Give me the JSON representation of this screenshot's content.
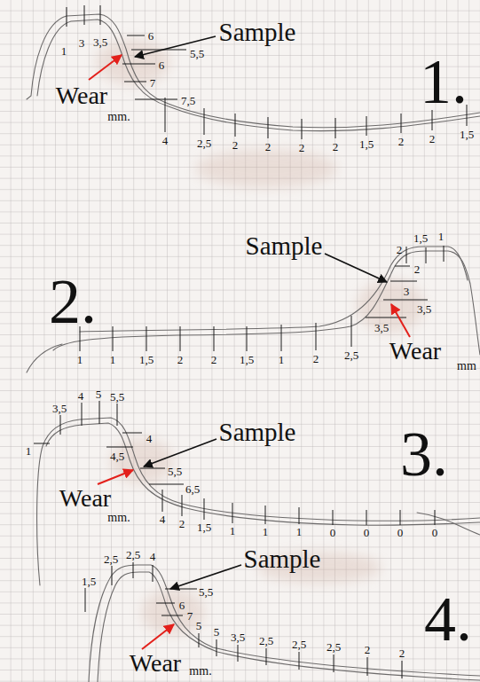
{
  "diagram": {
    "labels": [
      "1",
      "3",
      "3,5",
      "6",
      "Sample",
      "5,5",
      "6",
      "7",
      "Wear",
      "mm.",
      "7,5",
      "4",
      "2,5",
      "2",
      "2",
      "2",
      "2",
      "1,5",
      "2",
      "2",
      "1,5",
      "1.",
      "Sample",
      "2",
      "1,5",
      "1",
      "2",
      "3",
      "3,5",
      "3,5",
      "Wear",
      "mm",
      "2.",
      "1",
      "1",
      "1,5",
      "2",
      "2",
      "1,5",
      "1",
      "2",
      "2,5",
      "3,5",
      "4",
      "5",
      "5,5",
      "1",
      "4",
      "Sample",
      "4,5",
      "Wear",
      "5,5",
      "6,5",
      "mm.",
      "4",
      "2",
      "1,5",
      "1",
      "1",
      "1",
      "0",
      "0",
      "0",
      "0",
      "3.",
      "2,5",
      "2,5",
      "4",
      "1,5",
      "Sample",
      "5,5",
      "6",
      "7",
      "5",
      "5",
      "3,5",
      "2,5",
      "2,5",
      "2,5",
      "2",
      "2",
      "Wear",
      "mm.",
      "4."
    ]
  }
}
